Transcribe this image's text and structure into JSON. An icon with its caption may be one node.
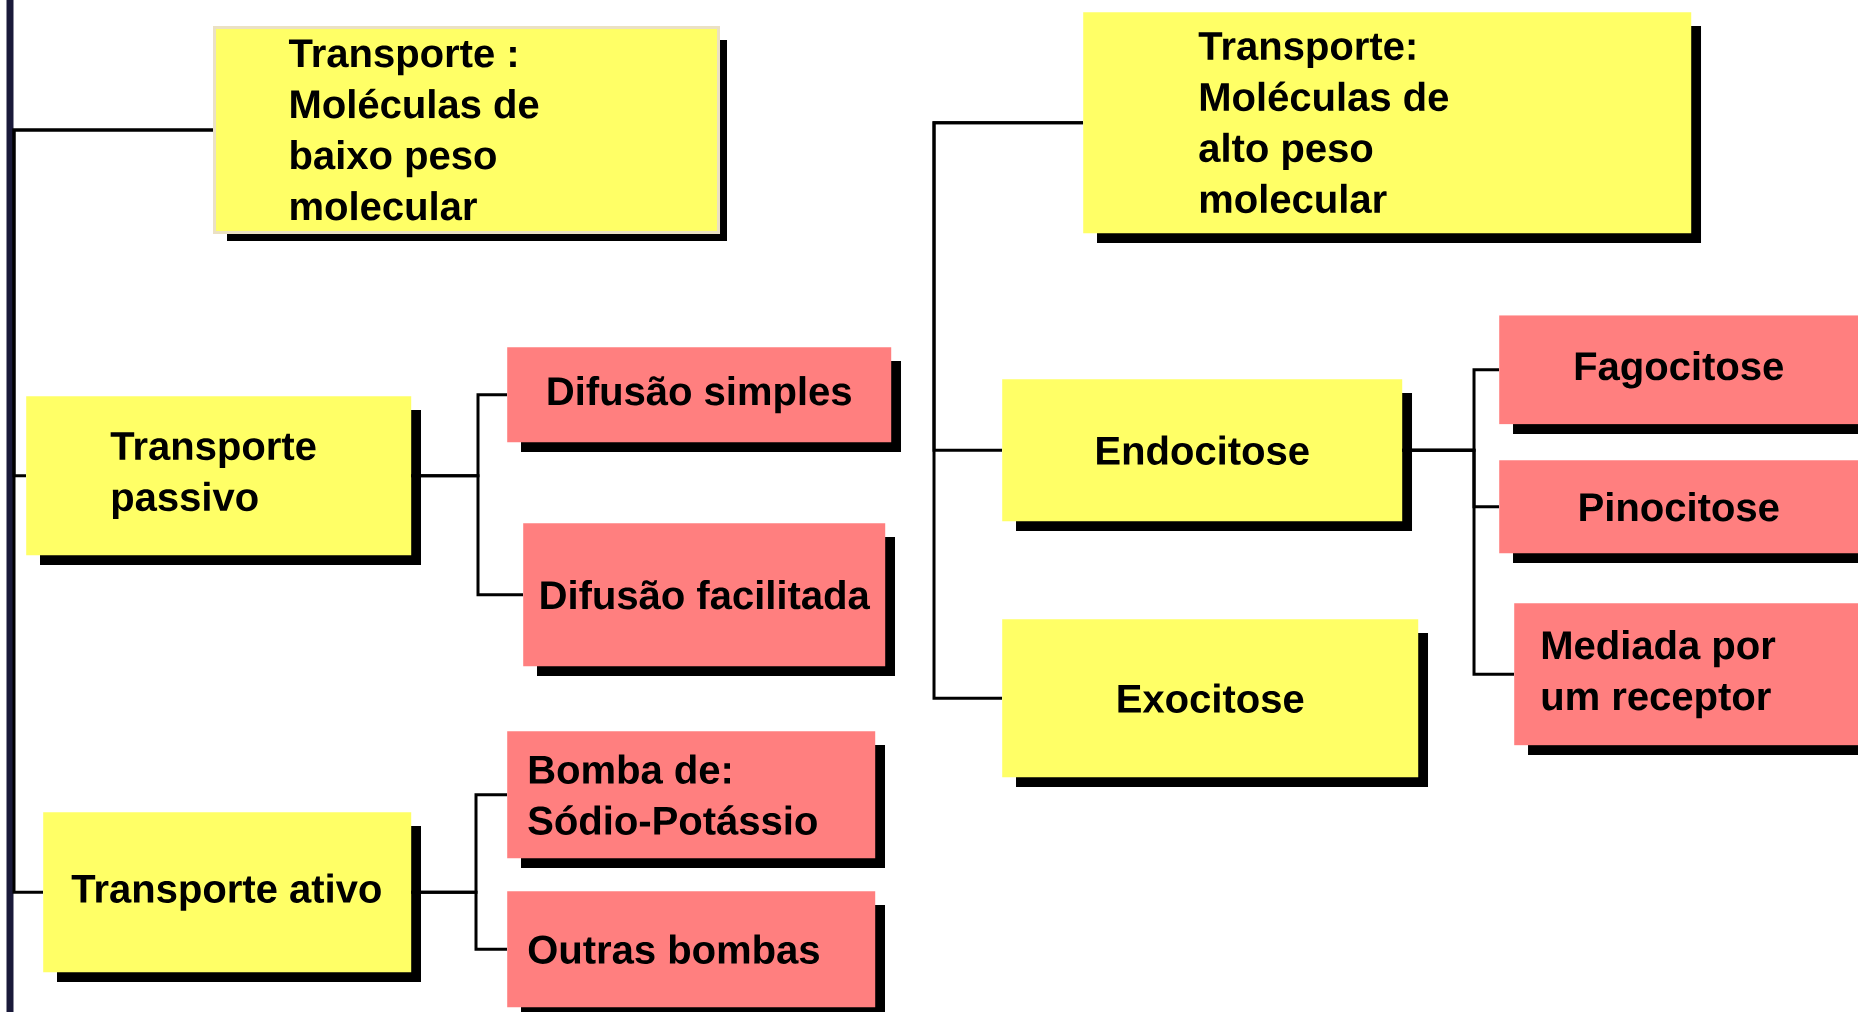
{
  "diagram": {
    "nodes": [
      {
        "text": [
          "Transporte : Moléculas de baixo peso molecular"
        ]
      },
      {
        "text": [
          "Transporte passivo"
        ]
      },
      {
        "text": [
          "Difusão simples"
        ]
      },
      {
        "text": [
          "Difusão facilitada"
        ]
      },
      {
        "text": [
          "Transporte ativo"
        ]
      },
      {
        "text": [
          "Bomba de: Sódio-Potássio"
        ]
      },
      {
        "text": [
          "Outras bombas"
        ]
      },
      {
        "text": [
          "Transporte: Moléculas de alto peso molecular"
        ]
      },
      {
        "text": [
          "Endocitose"
        ]
      },
      {
        "text": [
          "Exocitose"
        ]
      },
      {
        "text": [
          "Fagocitose"
        ]
      },
      {
        "text": [
          "Pinocitose"
        ]
      },
      {
        "text": [
          "Mediada por um receptor"
        ]
      }
    ],
    "edges": [
      {
        "from": 0,
        "to": 1,
        "arrow": "none"
      },
      {
        "from": 0,
        "to": 4,
        "arrow": "none"
      },
      {
        "from": 1,
        "to": 2,
        "arrow": "none"
      },
      {
        "from": 1,
        "to": 3,
        "arrow": "none"
      },
      {
        "from": 4,
        "to": 5,
        "arrow": "none"
      },
      {
        "from": 4,
        "to": 6,
        "arrow": "none"
      },
      {
        "from": 7,
        "to": 8,
        "arrow": "none"
      },
      {
        "from": 7,
        "to": 9,
        "arrow": "none"
      },
      {
        "from": 8,
        "to": 10,
        "arrow": "none"
      },
      {
        "from": 8,
        "to": 11,
        "arrow": "none"
      },
      {
        "from": 8,
        "to": 12,
        "arrow": "none"
      }
    ]
  }
}
